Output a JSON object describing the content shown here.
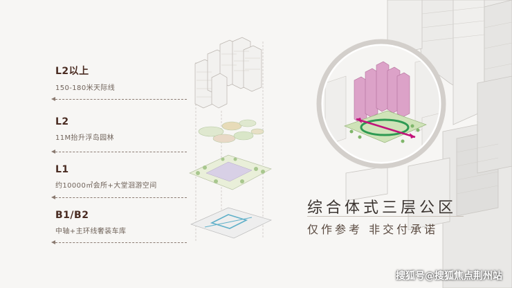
{
  "levels": [
    {
      "name": "L2以上",
      "desc": "150-180米天际线"
    },
    {
      "name": "L2",
      "desc": "11M抬升浮岛园林"
    },
    {
      "name": "L1",
      "desc": "约10000㎡会所+大堂洄游空间"
    },
    {
      "name": "B1/B2",
      "desc": "中轴+主环线奢装车库"
    }
  ],
  "title": "综合体式三层公区",
  "subtitle": "仅作参考  非交付承诺",
  "watermark": "搜狐号@搜狐焦点荆州站",
  "colors": {
    "accent": "#4a2c22",
    "towers_pink": "#d89ac4",
    "loop_green": "#2e9a52",
    "axis_magenta": "#c1127a"
  }
}
